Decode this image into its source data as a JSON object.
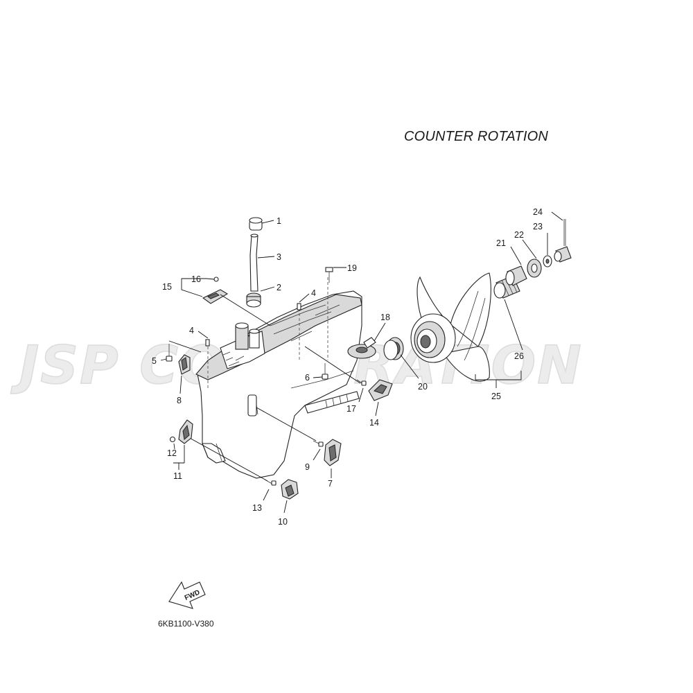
{
  "diagram": {
    "title": "COUNTER ROTATION",
    "code": "6KB1100-V380",
    "fwd_label": "FWD",
    "watermark": "JSP CORPORATION",
    "callouts": [
      {
        "id": "c1",
        "text": "1"
      },
      {
        "id": "c2",
        "text": "2"
      },
      {
        "id": "c3",
        "text": "3"
      },
      {
        "id": "c4a",
        "text": "4"
      },
      {
        "id": "c4b",
        "text": "4"
      },
      {
        "id": "c5",
        "text": "5"
      },
      {
        "id": "c6",
        "text": "6"
      },
      {
        "id": "c7",
        "text": "7"
      },
      {
        "id": "c8",
        "text": "8"
      },
      {
        "id": "c9",
        "text": "9"
      },
      {
        "id": "c10",
        "text": "10"
      },
      {
        "id": "c11",
        "text": "11"
      },
      {
        "id": "c12",
        "text": "12"
      },
      {
        "id": "c13",
        "text": "13"
      },
      {
        "id": "c14",
        "text": "14"
      },
      {
        "id": "c15",
        "text": "15"
      },
      {
        "id": "c16",
        "text": "16"
      },
      {
        "id": "c17",
        "text": "17"
      },
      {
        "id": "c18",
        "text": "18"
      },
      {
        "id": "c19",
        "text": "19"
      },
      {
        "id": "c20",
        "text": "20"
      },
      {
        "id": "c21",
        "text": "21"
      },
      {
        "id": "c22",
        "text": "22"
      },
      {
        "id": "c23",
        "text": "23"
      },
      {
        "id": "c24",
        "text": "24"
      },
      {
        "id": "c25",
        "text": "25"
      },
      {
        "id": "c26",
        "text": "26"
      }
    ]
  }
}
